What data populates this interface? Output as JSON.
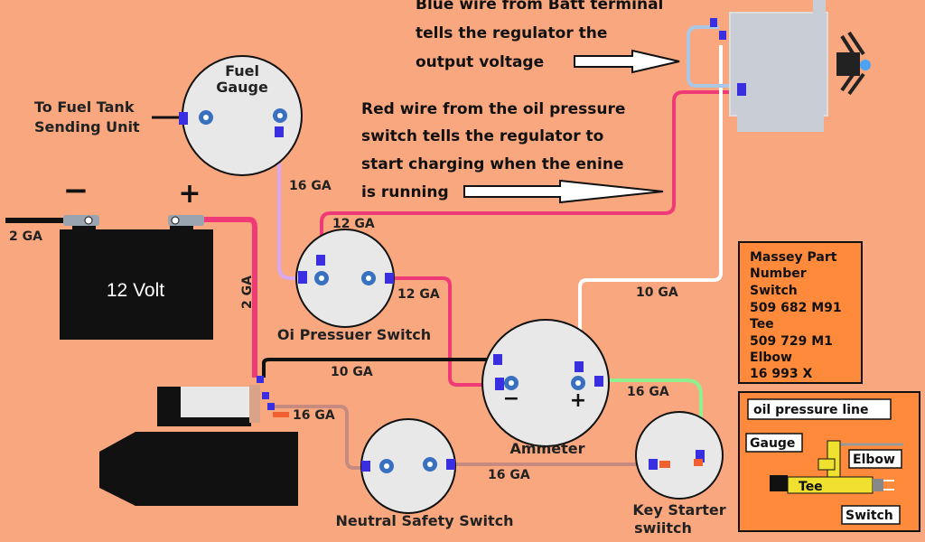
{
  "labels": {
    "note_blue": [
      "Blue wire from Batt terminal",
      "tells the regulator the",
      "output voltage"
    ],
    "note_red": [
      "Red wire from the oil pressure",
      "switch tells the regulator to",
      "start charging when the enine",
      "is running"
    ],
    "fuel_gauge": [
      "Fuel",
      "Gauge"
    ],
    "fuel_tank": [
      "To Fuel Tank",
      "Sending Unit"
    ],
    "battery": "12 Volt",
    "battery_minus": "−",
    "battery_plus": "+",
    "oil_switch": "Oi  Pressuer Switch",
    "ammeter": "Ammeter",
    "ammeter_minus": "−",
    "ammeter_plus": "+",
    "neutral_switch": "Neutral Safety Switch",
    "key_switch": [
      "Key Starter",
      "swiitch"
    ],
    "ga_16_fuel": "16 GA",
    "ga_12_top": "12 GA",
    "ga_12_right": "12 GA",
    "ga_2_left": "2 GA",
    "ga_2_vert": "2 GA",
    "ga_10_left": "10 GA",
    "ga_10_right": "10 GA",
    "ga_16_starter": "16 GA",
    "ga_16_neutral": "16 GA",
    "ga_16_key": "16 GA",
    "massey": [
      "Massey Part",
      "Number",
      "Switch",
      "509 682 M91",
      "Tee",
      "509 729 M1",
      "Elbow",
      "16 993 X"
    ],
    "oil_line_title": "oil pressure line",
    "oil_line_gauge": "Gauge",
    "oil_line_elbow": "Elbow",
    "oil_line_tee": "Tee",
    "oil_line_switch": "Switch"
  },
  "colors": {
    "background": "#f9a77f",
    "wire_pink": "#f03a78",
    "wire_black": "#111111",
    "wire_white": "#ffffff",
    "wire_blue": "#a9c8e8",
    "wire_green": "#90f090",
    "wire_tan": "#c68a80",
    "terminal": "#3a2fe0",
    "legend_box": "#ff8a3c"
  }
}
